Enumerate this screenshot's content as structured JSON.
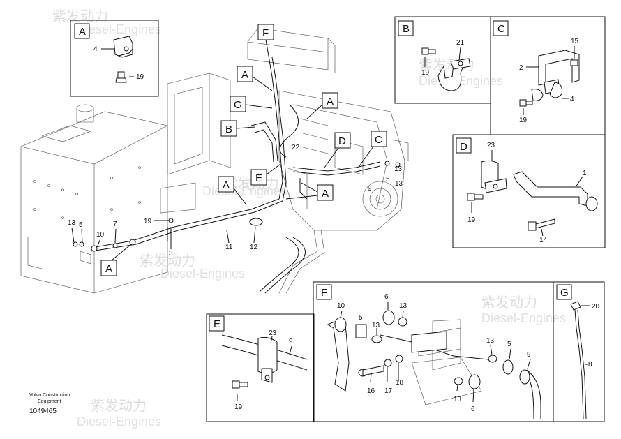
{
  "drawing": {
    "main_callouts": [
      "A",
      "F",
      "A",
      "G",
      "A",
      "B",
      "D",
      "C",
      "E",
      "A",
      "A",
      "A"
    ],
    "main_numbers": [
      "22",
      "13",
      "5",
      "9",
      "13",
      "19",
      "13",
      "5",
      "10",
      "7",
      "3",
      "11",
      "12"
    ],
    "footer": {
      "line1": "Volvo Construction",
      "line2": "Equipment",
      "number": "1049465"
    },
    "watermark": {
      "cn": "紫发动力",
      "en": "Diesel-Engines"
    }
  },
  "panels": {
    "A": {
      "letter": "A",
      "numbers": [
        "4",
        "19"
      ]
    },
    "B": {
      "letter": "B",
      "numbers": [
        "21",
        "19"
      ]
    },
    "C": {
      "letter": "C",
      "numbers": [
        "15",
        "2",
        "4",
        "19"
      ]
    },
    "D": {
      "letter": "D",
      "numbers": [
        "23",
        "1",
        "19",
        "14"
      ]
    },
    "E": {
      "letter": "E",
      "numbers": [
        "23",
        "9",
        "19"
      ]
    },
    "F": {
      "letter": "F",
      "numbers": [
        "10",
        "6",
        "13",
        "5",
        "13",
        "13",
        "5",
        "9",
        "16",
        "17",
        "18",
        "13",
        "6"
      ]
    },
    "G": {
      "letter": "G",
      "numbers": [
        "20",
        "8"
      ]
    }
  }
}
